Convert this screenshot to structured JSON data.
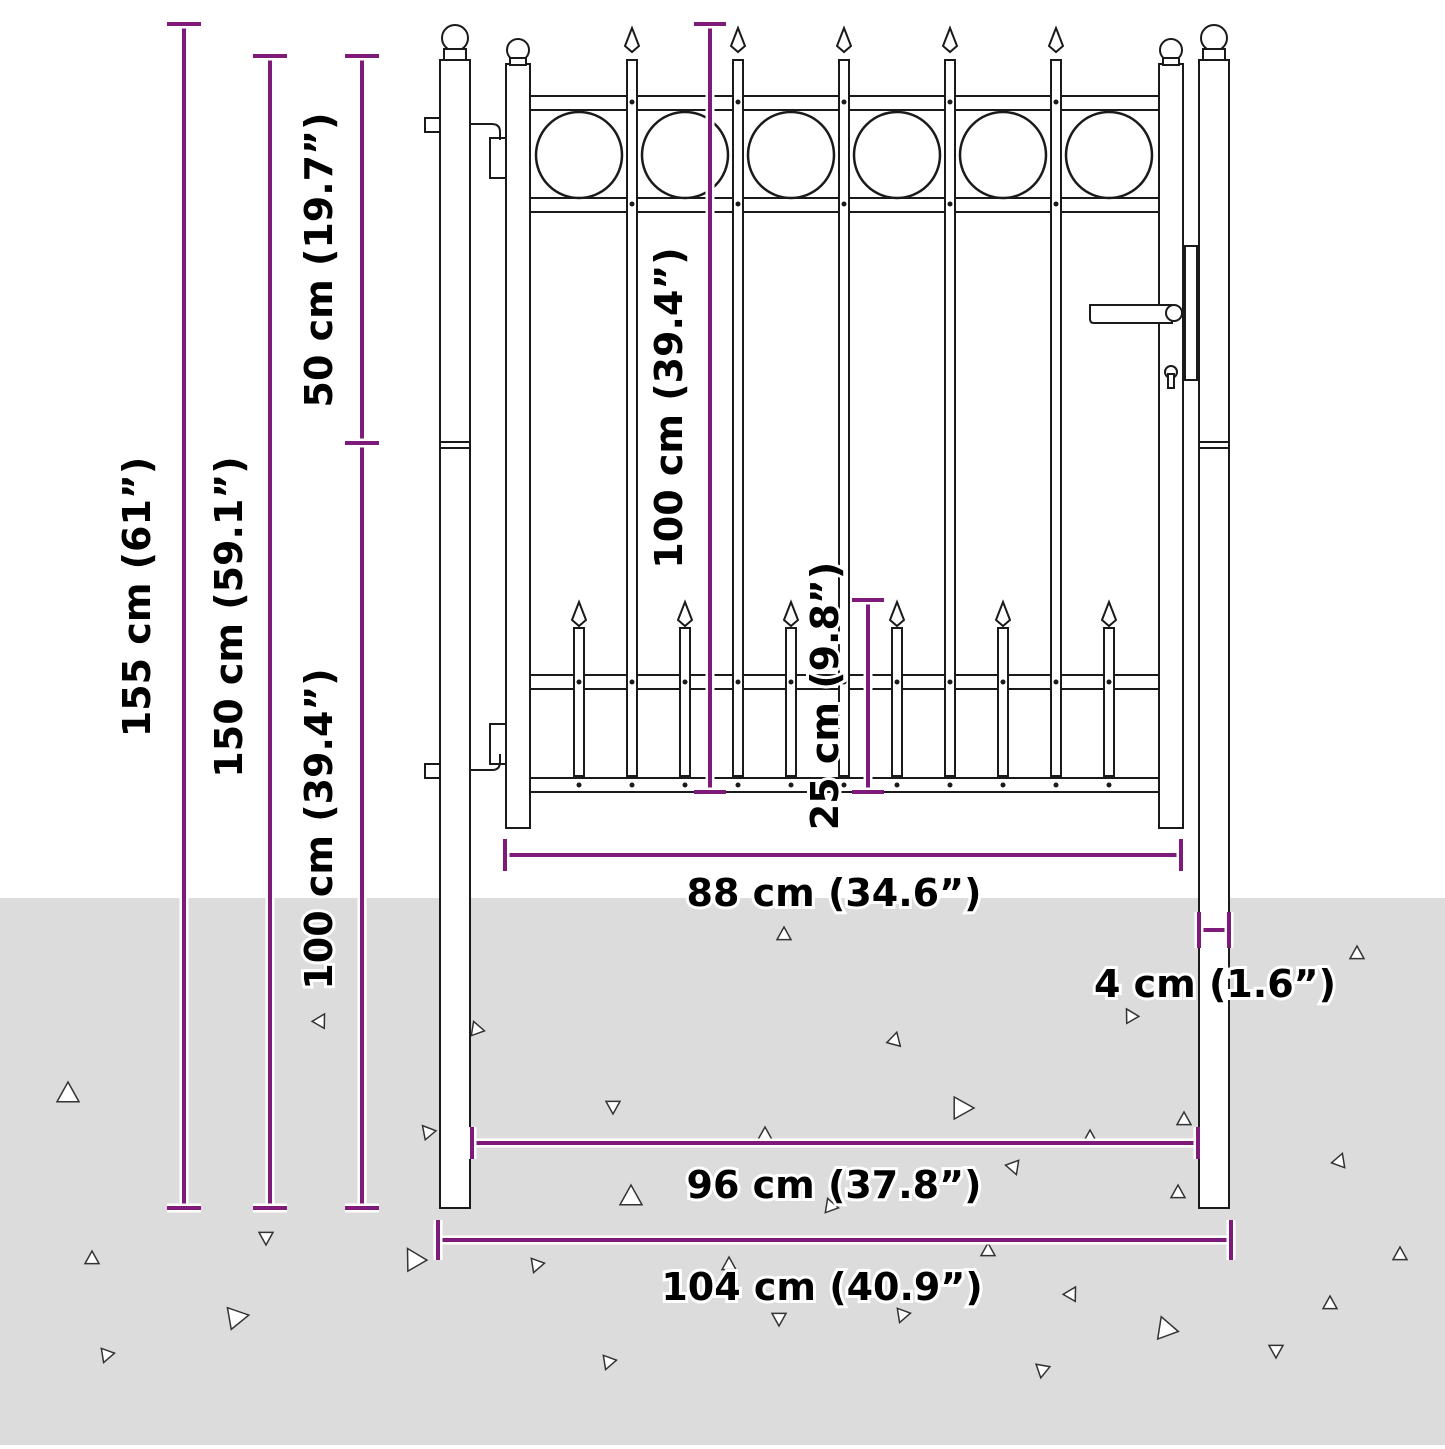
{
  "colors": {
    "dimension": "#7d1a7a",
    "ground": "#dcdcdc",
    "gate": "#1a1a1a",
    "background": "#ffffff"
  },
  "labels": {
    "total_height": "155 cm (61”)",
    "gate_height": "150 cm (59.1”)",
    "upper_section": "50 cm (19.7”)",
    "lower_section": "100 cm (39.4”)",
    "bar_height": "100 cm (39.4”)",
    "spike_section": "25 cm (9.8”)",
    "gate_width": "88 cm (34.6”)",
    "post_width": "4 cm (1.6”)",
    "inner_width": "96 cm (37.8”)",
    "total_width": "104 cm (40.9”)"
  }
}
